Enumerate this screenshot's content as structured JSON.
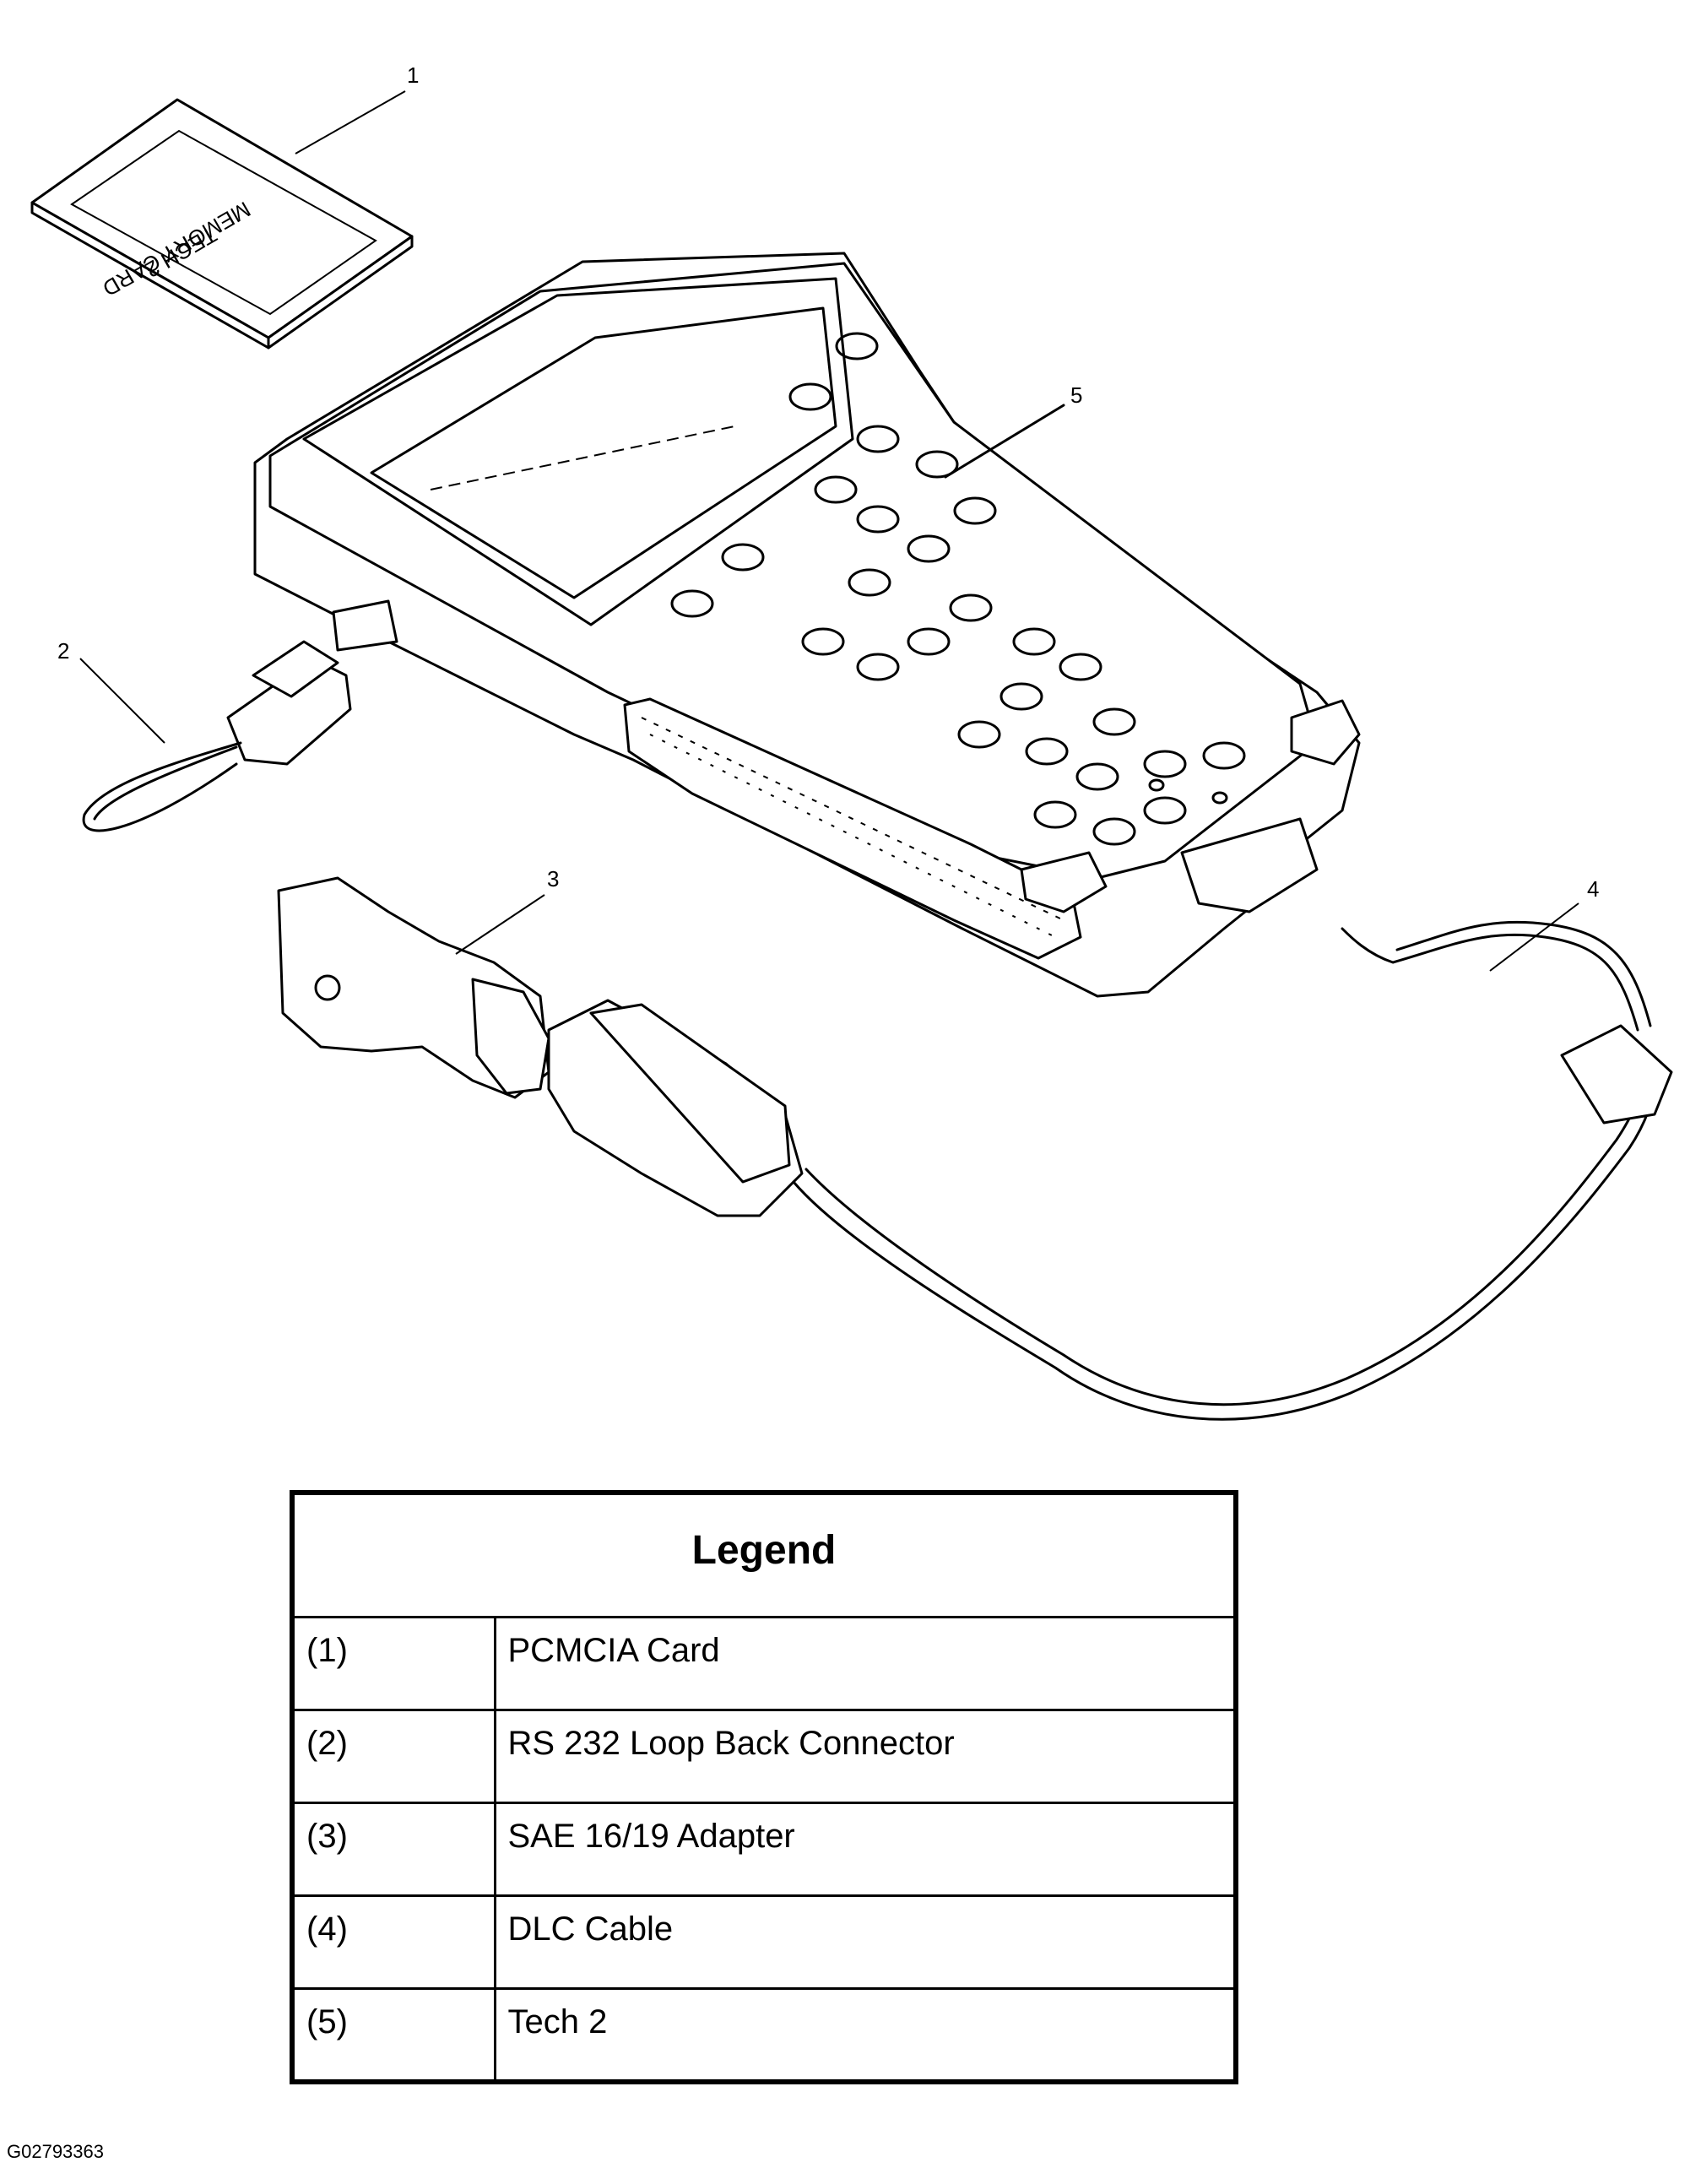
{
  "callouts": [
    "1",
    "2",
    "3",
    "4",
    "5"
  ],
  "legend": {
    "title": "Legend",
    "rows": [
      {
        "num": "(1)",
        "label": "PCMCIA Card"
      },
      {
        "num": "(2)",
        "label": "RS 232 Loop Back Connector"
      },
      {
        "num": "(3)",
        "label": "SAE 16/19 Adapter"
      },
      {
        "num": "(4)",
        "label": "DLC Cable"
      },
      {
        "num": "(5)",
        "label": "Tech 2"
      }
    ]
  },
  "card_text": [
    "TECH 2",
    "MEMORY CARD"
  ],
  "figure_id": "G02793363"
}
